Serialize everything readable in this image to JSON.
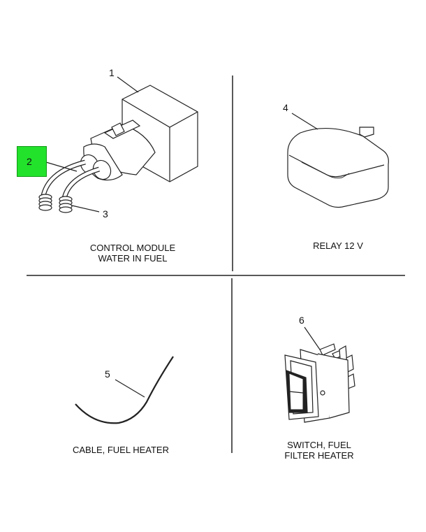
{
  "callouts": {
    "c1": "1",
    "c2": "2",
    "c3": "3",
    "c4": "4",
    "c5": "5",
    "c6": "6"
  },
  "captions": {
    "control_module_line1": "CONTROL MODULE",
    "control_module_line2": "WATER IN FUEL",
    "relay": "RELAY 12 V",
    "cable": "CABLE, FUEL HEATER",
    "switch_line1": "SWITCH, FUEL",
    "switch_line2": "FILTER HEATER"
  },
  "highlight": {
    "callout": "2",
    "color": "#22e22b"
  }
}
